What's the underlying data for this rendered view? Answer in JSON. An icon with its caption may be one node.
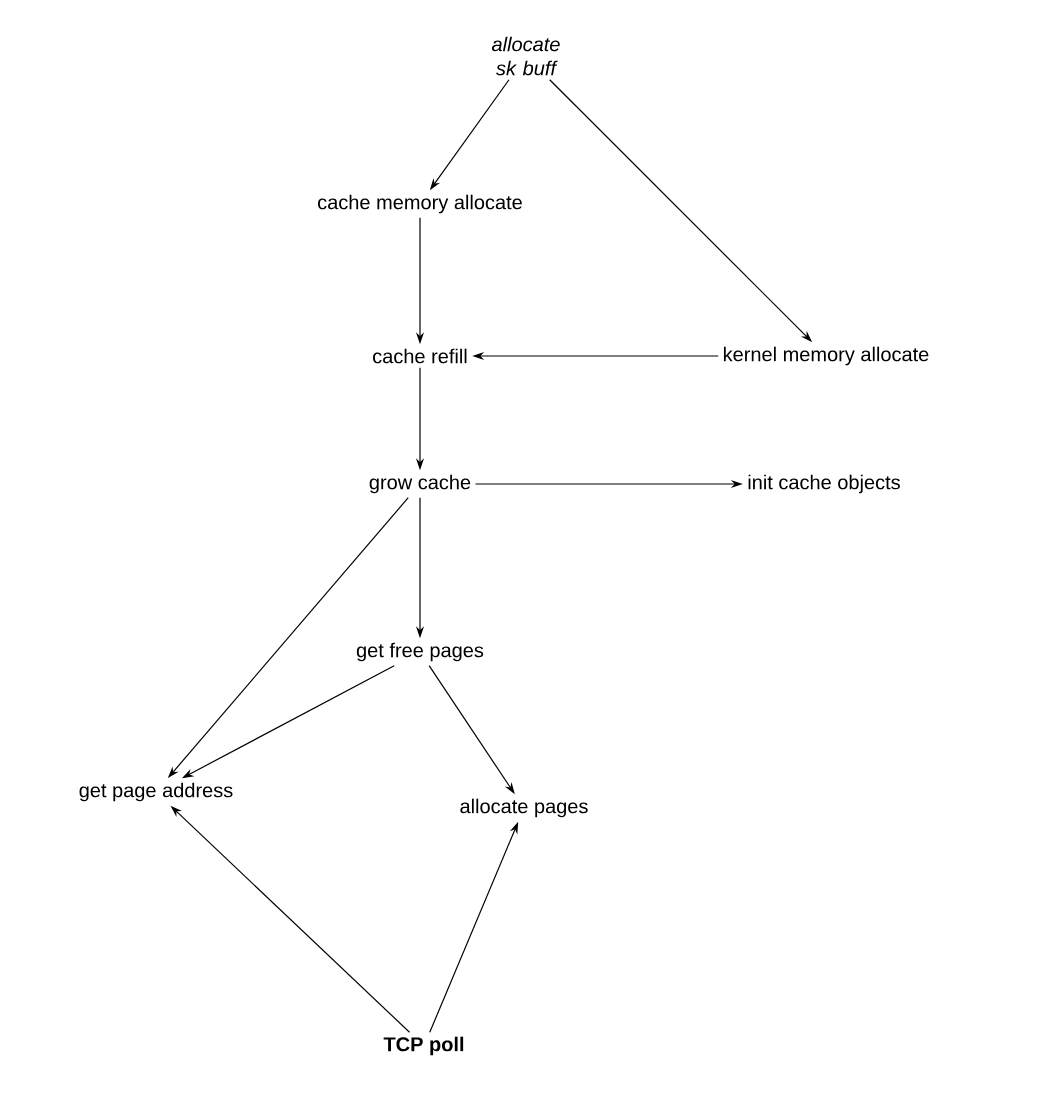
{
  "diagram": {
    "nodes": [
      {
        "text": [
          "allocate sk buff"
        ]
      },
      {
        "text": [
          "cache memory allocate"
        ]
      },
      {
        "text": [
          "cache refill"
        ]
      },
      {
        "text": [
          "kernel memory allocate"
        ]
      },
      {
        "text": [
          "grow cache"
        ]
      },
      {
        "text": [
          "init cache objects"
        ]
      },
      {
        "text": [
          "get free pages"
        ]
      },
      {
        "text": [
          "get page address"
        ]
      },
      {
        "text": [
          "allocate pages"
        ]
      },
      {
        "text": [
          "TCP poll"
        ]
      }
    ],
    "edges": [
      {
        "from": 0,
        "to": 1,
        "arrow": "to"
      },
      {
        "from": 0,
        "to": 3,
        "arrow": "to"
      },
      {
        "from": 1,
        "to": 2,
        "arrow": "to"
      },
      {
        "from": 3,
        "to": 2,
        "arrow": "to"
      },
      {
        "from": 2,
        "to": 4,
        "arrow": "to"
      },
      {
        "from": 4,
        "to": 5,
        "arrow": "to"
      },
      {
        "from": 4,
        "to": 6,
        "arrow": "to"
      },
      {
        "from": 4,
        "to": 7,
        "arrow": "to"
      },
      {
        "from": 6,
        "to": 7,
        "arrow": "to"
      },
      {
        "from": 6,
        "to": 8,
        "arrow": "to"
      },
      {
        "from": 9,
        "to": 7,
        "arrow": "to"
      },
      {
        "from": 9,
        "to": 8,
        "arrow": "to"
      }
    ]
  }
}
